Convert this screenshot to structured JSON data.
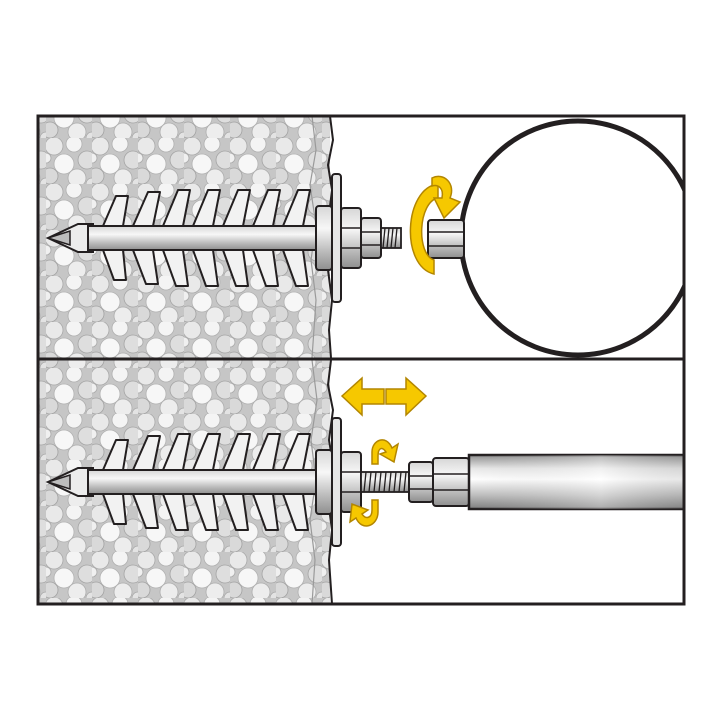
{
  "diagram": {
    "panels": [
      {
        "id": "top",
        "step": "attach-nut-to-stud",
        "rotation": "clockwise",
        "object": "pipe-cross-section"
      },
      {
        "id": "bottom",
        "step": "adjust-distance-and-tighten",
        "motion": "left-right",
        "rotation": "counter-rotating-lock",
        "object": "pipe-side-view"
      }
    ],
    "icons": [
      "screw-anchor-icon",
      "insulation-board",
      "washer",
      "hex-nut",
      "rotation-arrow-icon",
      "double-arrow-icon",
      "pipe"
    ],
    "colors": {
      "frame": "#231f20",
      "arrow_fill": "#f6c800",
      "arrow_stroke": "#c89a00",
      "metal_light": "#f2f2f2",
      "metal_mid": "#c9c9c9",
      "metal_dark": "#8c8c8c",
      "insulation_base": "#c8c8c8",
      "insulation_bead": "#ececec"
    }
  }
}
